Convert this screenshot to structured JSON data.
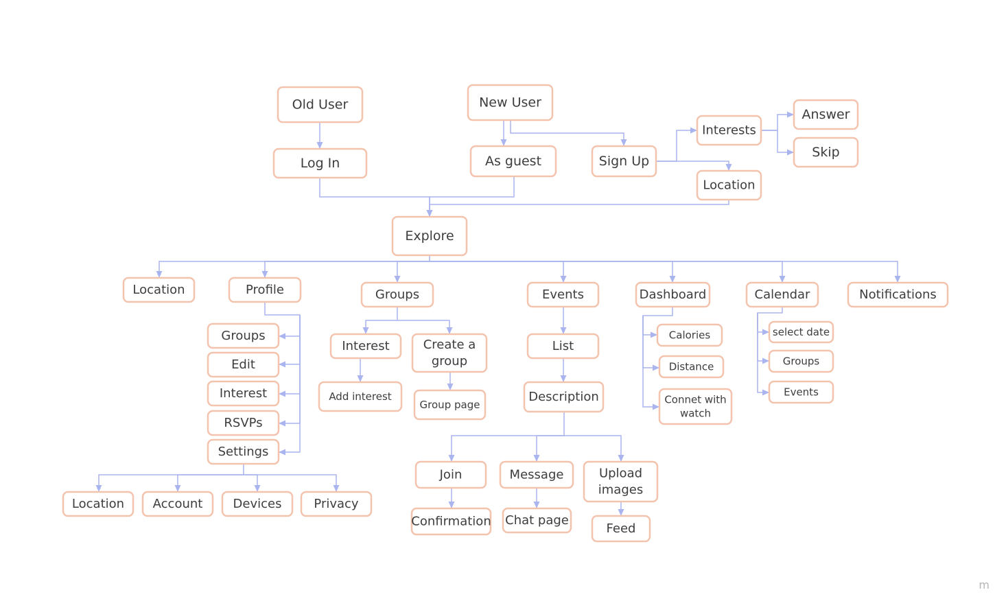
{
  "watermark": "m",
  "colors": {
    "node_border": "#f3c3ad",
    "node_fill": "#ffffff",
    "edge": "#aab4ee",
    "text": "#3d3d3d"
  },
  "nodes": [
    {
      "id": "old-user",
      "lines": [
        "Old User"
      ]
    },
    {
      "id": "new-user",
      "lines": [
        "New User"
      ]
    },
    {
      "id": "log-in",
      "lines": [
        "Log In"
      ]
    },
    {
      "id": "as-guest",
      "lines": [
        "As guest"
      ]
    },
    {
      "id": "sign-up",
      "lines": [
        "Sign Up"
      ]
    },
    {
      "id": "interests",
      "lines": [
        "Interests"
      ]
    },
    {
      "id": "answer",
      "lines": [
        "Answer"
      ]
    },
    {
      "id": "skip",
      "lines": [
        "Skip"
      ]
    },
    {
      "id": "signup-location",
      "lines": [
        "Location"
      ]
    },
    {
      "id": "explore",
      "lines": [
        "Explore"
      ]
    },
    {
      "id": "location",
      "lines": [
        "Location"
      ]
    },
    {
      "id": "profile",
      "lines": [
        "Profile"
      ]
    },
    {
      "id": "groups",
      "lines": [
        "Groups"
      ]
    },
    {
      "id": "events",
      "lines": [
        "Events"
      ]
    },
    {
      "id": "dashboard",
      "lines": [
        "Dashboard"
      ]
    },
    {
      "id": "calendar",
      "lines": [
        "Calendar"
      ]
    },
    {
      "id": "notifications",
      "lines": [
        "Notifications"
      ]
    },
    {
      "id": "profile-groups",
      "lines": [
        "Groups"
      ]
    },
    {
      "id": "profile-edit",
      "lines": [
        "Edit"
      ]
    },
    {
      "id": "profile-interest",
      "lines": [
        "Interest"
      ]
    },
    {
      "id": "profile-rsvps",
      "lines": [
        "RSVPs"
      ]
    },
    {
      "id": "profile-settings",
      "lines": [
        "Settings"
      ]
    },
    {
      "id": "settings-location",
      "lines": [
        "Location"
      ]
    },
    {
      "id": "settings-account",
      "lines": [
        "Account"
      ]
    },
    {
      "id": "settings-devices",
      "lines": [
        "Devices"
      ]
    },
    {
      "id": "settings-privacy",
      "lines": [
        "Privacy"
      ]
    },
    {
      "id": "groups-interest",
      "lines": [
        "Interest"
      ]
    },
    {
      "id": "create-group",
      "lines": [
        "Create a",
        "group"
      ]
    },
    {
      "id": "add-interest",
      "lines": [
        "Add interest"
      ]
    },
    {
      "id": "group-page",
      "lines": [
        "Group page"
      ]
    },
    {
      "id": "events-list",
      "lines": [
        "List"
      ]
    },
    {
      "id": "description",
      "lines": [
        "Description"
      ]
    },
    {
      "id": "join",
      "lines": [
        "Join"
      ]
    },
    {
      "id": "message",
      "lines": [
        "Message"
      ]
    },
    {
      "id": "upload-images",
      "lines": [
        "Upload",
        "images"
      ]
    },
    {
      "id": "confirmation",
      "lines": [
        "Confirmation"
      ]
    },
    {
      "id": "chat-page",
      "lines": [
        "Chat page"
      ]
    },
    {
      "id": "feed",
      "lines": [
        "Feed"
      ]
    },
    {
      "id": "calories",
      "lines": [
        "Calories"
      ]
    },
    {
      "id": "distance",
      "lines": [
        "Distance"
      ]
    },
    {
      "id": "connect-watch",
      "lines": [
        "Connet with",
        "watch"
      ]
    },
    {
      "id": "select-date",
      "lines": [
        "select date"
      ]
    },
    {
      "id": "calendar-groups",
      "lines": [
        "Groups"
      ]
    },
    {
      "id": "calendar-events",
      "lines": [
        "Events"
      ]
    }
  ],
  "edges": [
    {
      "from": "old-user",
      "to": "log-in"
    },
    {
      "from": "new-user",
      "to": "as-guest"
    },
    {
      "from": "new-user",
      "to": "sign-up"
    },
    {
      "from": "sign-up",
      "to": "interests"
    },
    {
      "from": "sign-up",
      "to": "signup-location"
    },
    {
      "from": "interests",
      "to": "answer"
    },
    {
      "from": "interests",
      "to": "skip"
    },
    {
      "from": "log-in",
      "to": "explore"
    },
    {
      "from": "as-guest",
      "to": "explore"
    },
    {
      "from": "signup-location",
      "to": "explore"
    },
    {
      "from": "explore",
      "to": "location"
    },
    {
      "from": "explore",
      "to": "profile"
    },
    {
      "from": "explore",
      "to": "groups"
    },
    {
      "from": "explore",
      "to": "events"
    },
    {
      "from": "explore",
      "to": "dashboard"
    },
    {
      "from": "explore",
      "to": "calendar"
    },
    {
      "from": "explore",
      "to": "notifications"
    },
    {
      "from": "profile",
      "to": "profile-groups"
    },
    {
      "from": "profile",
      "to": "profile-edit"
    },
    {
      "from": "profile",
      "to": "profile-interest"
    },
    {
      "from": "profile",
      "to": "profile-rsvps"
    },
    {
      "from": "profile",
      "to": "profile-settings"
    },
    {
      "from": "profile-settings",
      "to": "settings-location"
    },
    {
      "from": "profile-settings",
      "to": "settings-account"
    },
    {
      "from": "profile-settings",
      "to": "settings-devices"
    },
    {
      "from": "profile-settings",
      "to": "settings-privacy"
    },
    {
      "from": "groups",
      "to": "groups-interest"
    },
    {
      "from": "groups",
      "to": "create-group"
    },
    {
      "from": "groups-interest",
      "to": "add-interest"
    },
    {
      "from": "create-group",
      "to": "group-page"
    },
    {
      "from": "events",
      "to": "events-list"
    },
    {
      "from": "events-list",
      "to": "description"
    },
    {
      "from": "description",
      "to": "join"
    },
    {
      "from": "description",
      "to": "message"
    },
    {
      "from": "description",
      "to": "upload-images"
    },
    {
      "from": "join",
      "to": "confirmation"
    },
    {
      "from": "message",
      "to": "chat-page"
    },
    {
      "from": "upload-images",
      "to": "feed"
    },
    {
      "from": "dashboard",
      "to": "calories"
    },
    {
      "from": "dashboard",
      "to": "distance"
    },
    {
      "from": "dashboard",
      "to": "connect-watch"
    },
    {
      "from": "calendar",
      "to": "select-date"
    },
    {
      "from": "calendar",
      "to": "calendar-groups"
    },
    {
      "from": "calendar",
      "to": "calendar-events"
    }
  ]
}
